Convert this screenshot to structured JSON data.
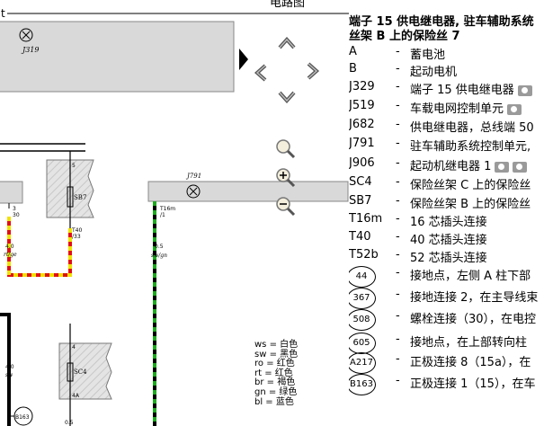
{
  "header": {
    "title": "电路图",
    "left_mark": "t"
  },
  "diagram": {
    "components": {
      "j319": "J319",
      "j791": "J791",
      "sb7": "SB7",
      "sc4": "SC4",
      "t16m": "T16m",
      "t16m_pin": "/1",
      "b163": "B163",
      "t40": "T40",
      "t40_pin": "/33"
    },
    "pin_labels": {
      "p3": "3",
      "p30": "30",
      "p4": "4",
      "p5": "5",
      "p4a": "4A"
    },
    "wires": {
      "w1_size": "4.0",
      "w1_color": "rt/ge",
      "w2_size": "0.5",
      "w2_color": "sw/gn",
      "w3_size": "4.0",
      "w3_color": "sw",
      "w4_size": "0.5"
    }
  },
  "color_codes": [
    "ws = 白色",
    "sw = 黑色",
    "ro = 红色",
    "rt = 红色",
    "br = 褐色",
    "gn = 绿色",
    "bl = 蓝色"
  ],
  "legend": {
    "title_line1": "端子 15 供电继电器, 驻车辅助系统",
    "title_line2": "丝架 B 上的保险丝 7",
    "items": [
      {
        "code": "A",
        "desc": "蓄电池"
      },
      {
        "code": "B",
        "desc": "起动电机"
      },
      {
        "code": "J329",
        "desc": "端子 15 供电继电器"
      },
      {
        "code": "J519",
        "desc": "车载电网控制单元"
      },
      {
        "code": "J682",
        "desc": "供电继电器，总线端 50"
      },
      {
        "code": "J791",
        "desc": "驻车辅助系统控制单元,"
      },
      {
        "code": "J906",
        "desc": "起动机继电器 1"
      },
      {
        "code": "SC4",
        "desc": "保险丝架 C 上的保险丝"
      },
      {
        "code": "SB7",
        "desc": "保险丝架 B 上的保险丝"
      },
      {
        "code": "T16m",
        "desc": "16 芯插头连接"
      },
      {
        "code": "T40",
        "desc": "40 芯插头连接"
      },
      {
        "code": "T52b",
        "desc": "52 芯插头连接"
      }
    ],
    "circled": [
      {
        "code": "44",
        "desc": "接地点，左侧 A 柱下部"
      },
      {
        "code": "367",
        "desc": "接地连接 2，在主导线束"
      },
      {
        "code": "508",
        "desc": "螺栓连接（30），在电控"
      },
      {
        "code": "605",
        "desc": "接地点，在上部转向柱"
      },
      {
        "code": "A217",
        "desc": "正极连接 8（15a），在"
      },
      {
        "code": "B163",
        "desc": "正极连接 1（15），在车"
      }
    ]
  }
}
